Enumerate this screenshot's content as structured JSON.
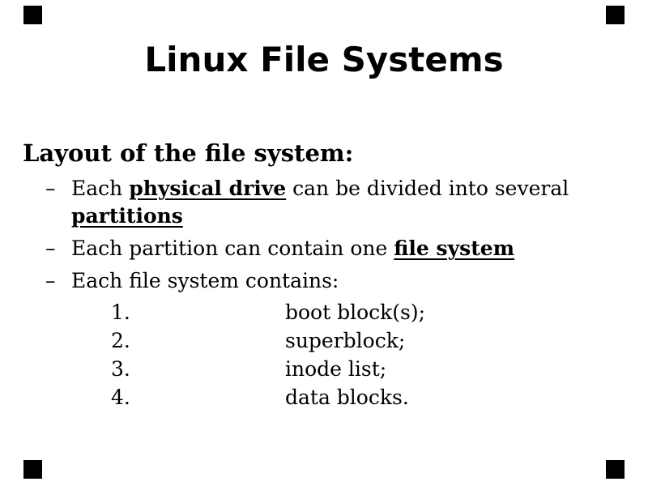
{
  "slide": {
    "title": "Linux File Systems",
    "heading": "Layout of the file system:",
    "bullets": [
      {
        "marker": "–",
        "text_1": "Each ",
        "emph_1": "physical drive",
        "text_2": " can be divided into several",
        "emph_2": "partitions"
      },
      {
        "marker": "–",
        "text_1": "Each partition can contain one ",
        "emph_1": "file system"
      },
      {
        "marker": "–",
        "text_1": "Each file system contains:"
      }
    ],
    "numbered_items": [
      {
        "number": "1.",
        "text": "boot block(s);"
      },
      {
        "number": "2.",
        "text": "superblock;"
      },
      {
        "number": "3.",
        "text": "inode list;"
      },
      {
        "number": "4.",
        "text": "data blocks."
      }
    ],
    "colors": {
      "text": "#000000",
      "background": "#ffffff",
      "corner_marker": "#000000"
    }
  }
}
